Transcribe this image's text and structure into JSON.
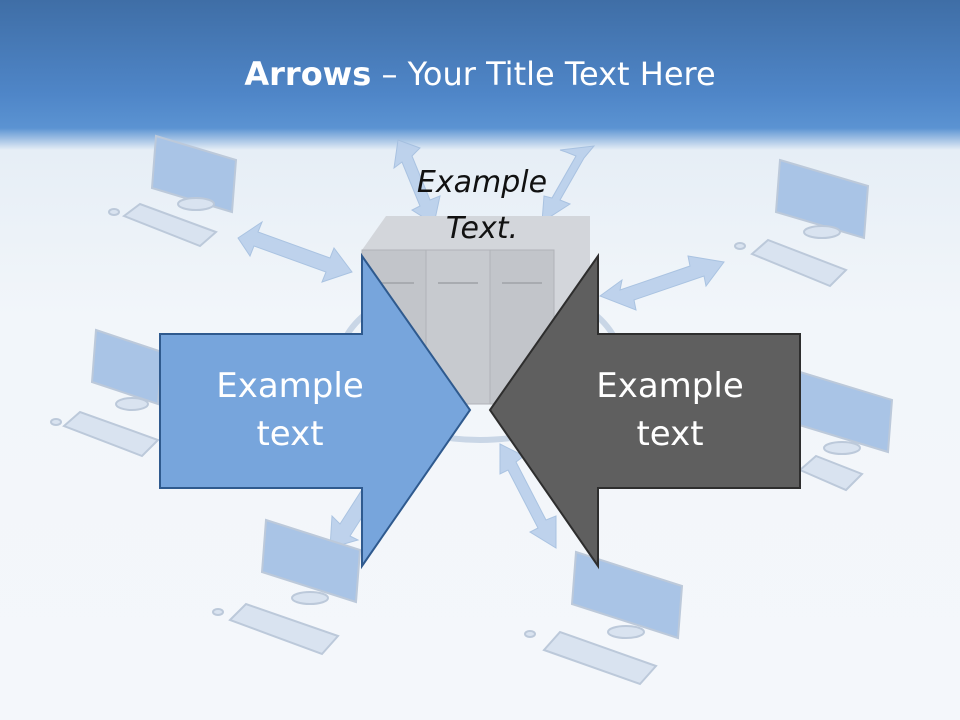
{
  "title": {
    "strong": "Arrows",
    "dash": " – ",
    "rest": "Your Title Text Here"
  },
  "center_text": {
    "line1": "Example",
    "line2": "Text."
  },
  "left_arrow": {
    "line1": "Example",
    "line2": "text",
    "fill": "#77a5dc",
    "stroke": "#2f5a8e"
  },
  "right_arrow": {
    "line1": "Example",
    "line2": "text",
    "fill": "#5f5f5f",
    "stroke": "#2e2e2e"
  },
  "colors": {
    "header_blue": "#4f86c8",
    "text_white": "#ffffff"
  }
}
